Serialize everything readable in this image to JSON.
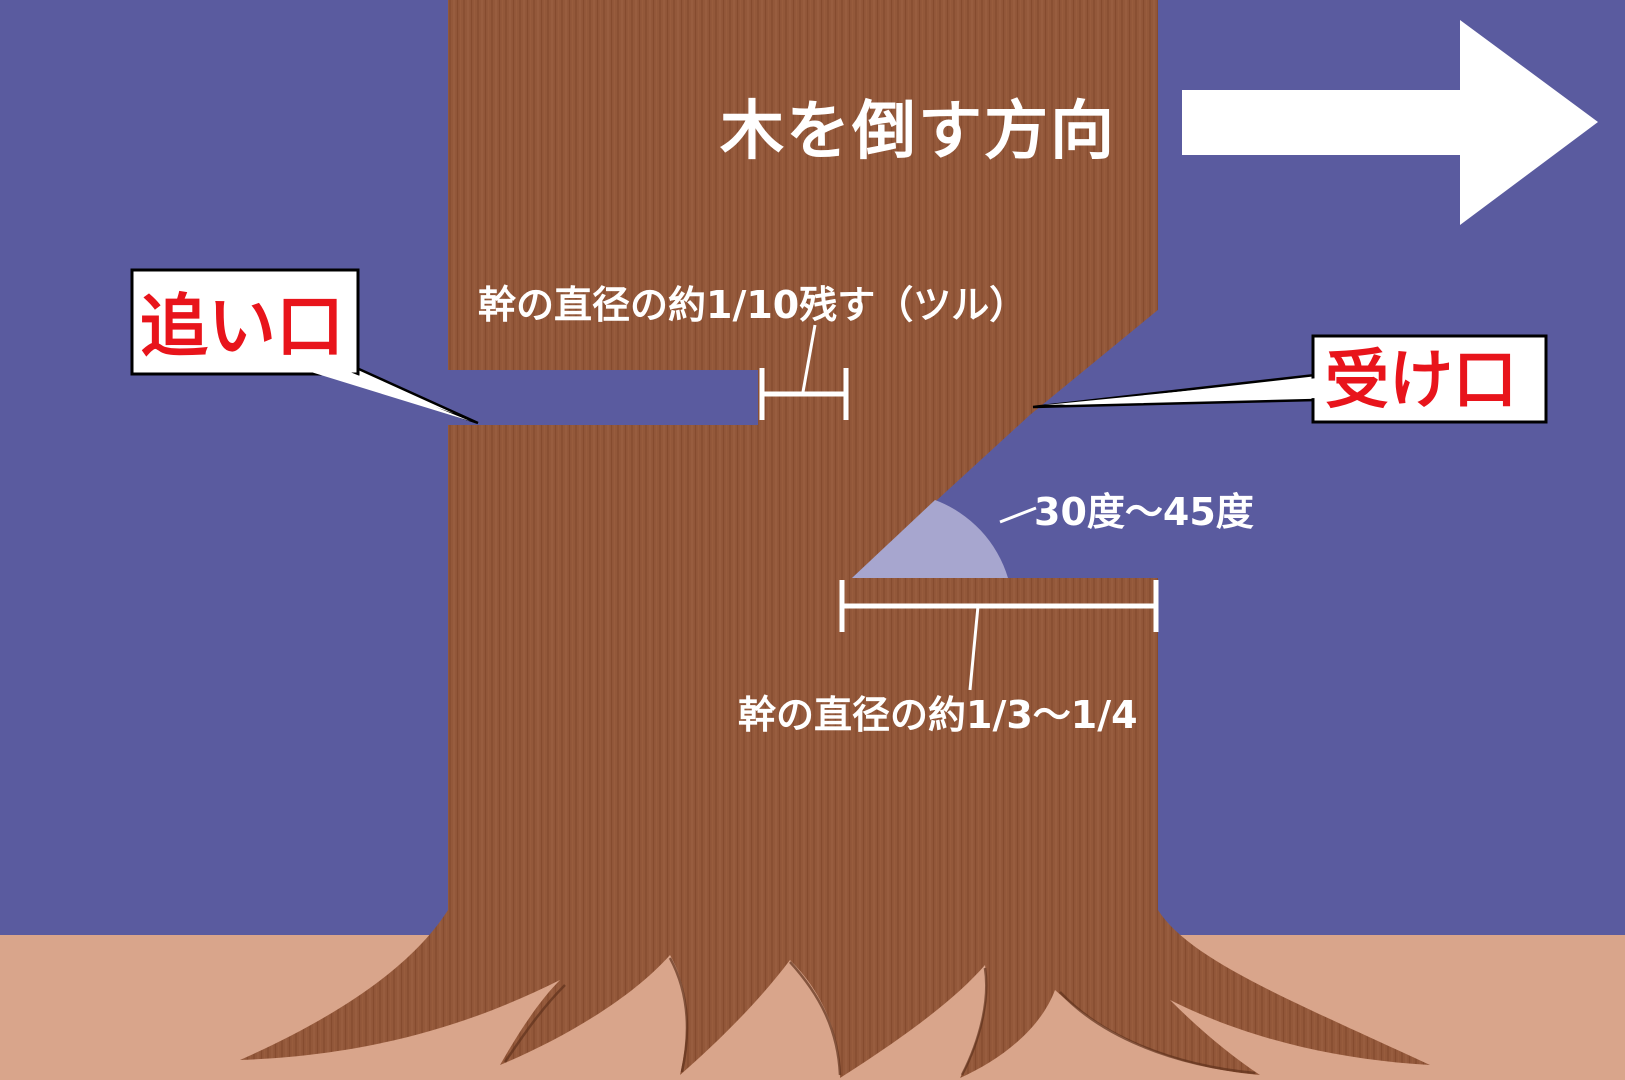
{
  "labels": {
    "direction": "木を倒す方向",
    "back_cut": "追い口",
    "notch": "受け口",
    "hinge": "幹の直径の約1/10残す（ツル）",
    "notch_depth": "幹の直径の約1/3～1/4",
    "notch_angle": "30度～45度"
  },
  "colors": {
    "sky": "#5a5b9f",
    "ground": "#d9a58b",
    "bark": "#93583a",
    "grain": "#7a4528",
    "angle_fill": "#a7a6cf",
    "callout_text": "#e8141b"
  }
}
